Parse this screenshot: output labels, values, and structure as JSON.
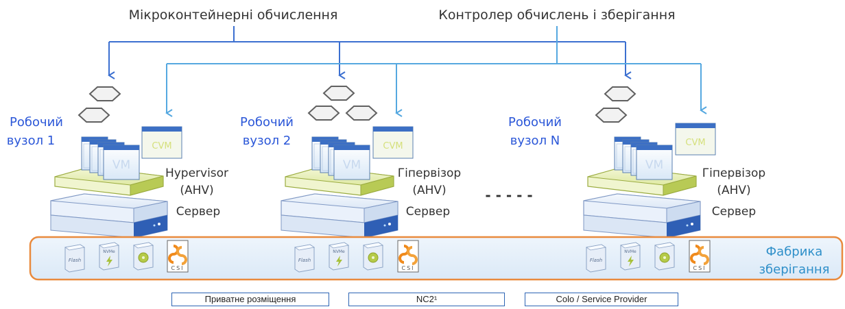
{
  "header": {
    "microcontainer_label": "Мікроконтейнерні обчислення",
    "controller_label": "Контролер обчислень і зберігання"
  },
  "nodes": [
    {
      "title_line1": "Робочий",
      "title_line2": "вузол 1",
      "hypervisor_line1": "Hypervisor",
      "hypervisor_line2": "(AHV)",
      "server_label": "Сервер",
      "vm_label": "VM",
      "cvm_label": "CVM"
    },
    {
      "title_line1": "Робочий",
      "title_line2": "вузол 2",
      "hypervisor_line1": "Гіпервізор",
      "hypervisor_line2": "(AHV)",
      "server_label": "Сервер",
      "vm_label": "VM",
      "cvm_label": "CVM"
    },
    {
      "title_line1": "Робочий",
      "title_line2": "вузол N",
      "hypervisor_line1": "Гіпервізор",
      "hypervisor_line2": "(AHV)",
      "server_label": "Сервер",
      "vm_label": "VM",
      "cvm_label": "CVM"
    }
  ],
  "ellipsis": "- - - - -",
  "storage_fabric": {
    "label_line1": "Фабрика",
    "label_line2": "зберігання",
    "media": {
      "flash": "Flash",
      "nvme": "NVMe",
      "csi": "CSI"
    }
  },
  "deployment_options": [
    "Приватне розміщення",
    "NC2¹",
    "Colo / Service Provider"
  ],
  "colors": {
    "blue_arrows": "#3b6fd0",
    "light_blue_arrows": "#55a8e0",
    "fabric_border": "#e98a3d",
    "hypervisor_green": "#c8d86a",
    "node_label_blue": "#2b57d8"
  }
}
